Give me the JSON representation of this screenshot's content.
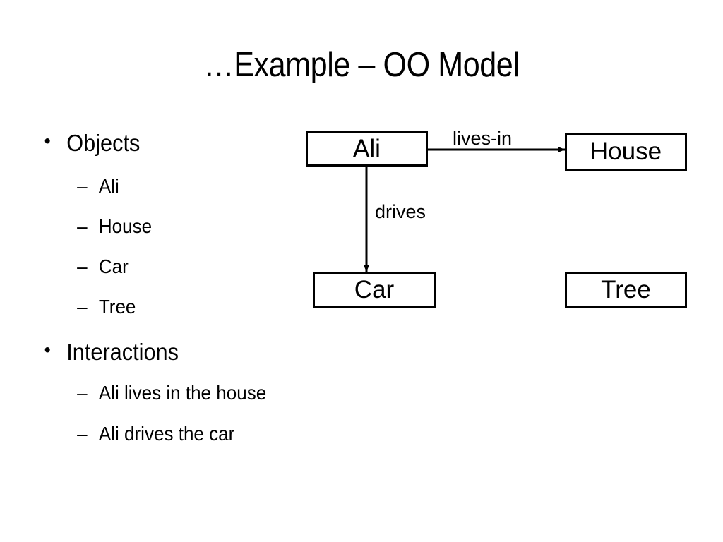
{
  "slide": {
    "title": "…Example – OO Model",
    "background": "#ffffff",
    "ink": "#000000"
  },
  "bullets": [
    {
      "marker": "•",
      "label": "Objects",
      "children": [
        {
          "marker": "–",
          "label": "Ali"
        },
        {
          "marker": "–",
          "label": "House"
        },
        {
          "marker": "–",
          "label": "Car"
        },
        {
          "marker": "–",
          "label": "Tree"
        }
      ]
    },
    {
      "marker": "•",
      "label": "Interactions",
      "children": [
        {
          "marker": "–",
          "label": "Ali lives in the house"
        },
        {
          "marker": "–",
          "label": "Ali drives the car"
        }
      ]
    }
  ],
  "diagram": {
    "nodes": [
      {
        "id": "ali",
        "label": "Ali"
      },
      {
        "id": "house",
        "label": "House"
      },
      {
        "id": "car",
        "label": "Car"
      },
      {
        "id": "tree",
        "label": "Tree"
      }
    ],
    "edges": [
      {
        "id": "lives-in",
        "from": "ali",
        "to": "house",
        "label": "lives-in",
        "direction": "right"
      },
      {
        "id": "drives",
        "from": "ali",
        "to": "car",
        "label": "drives",
        "direction": "down"
      }
    ]
  }
}
